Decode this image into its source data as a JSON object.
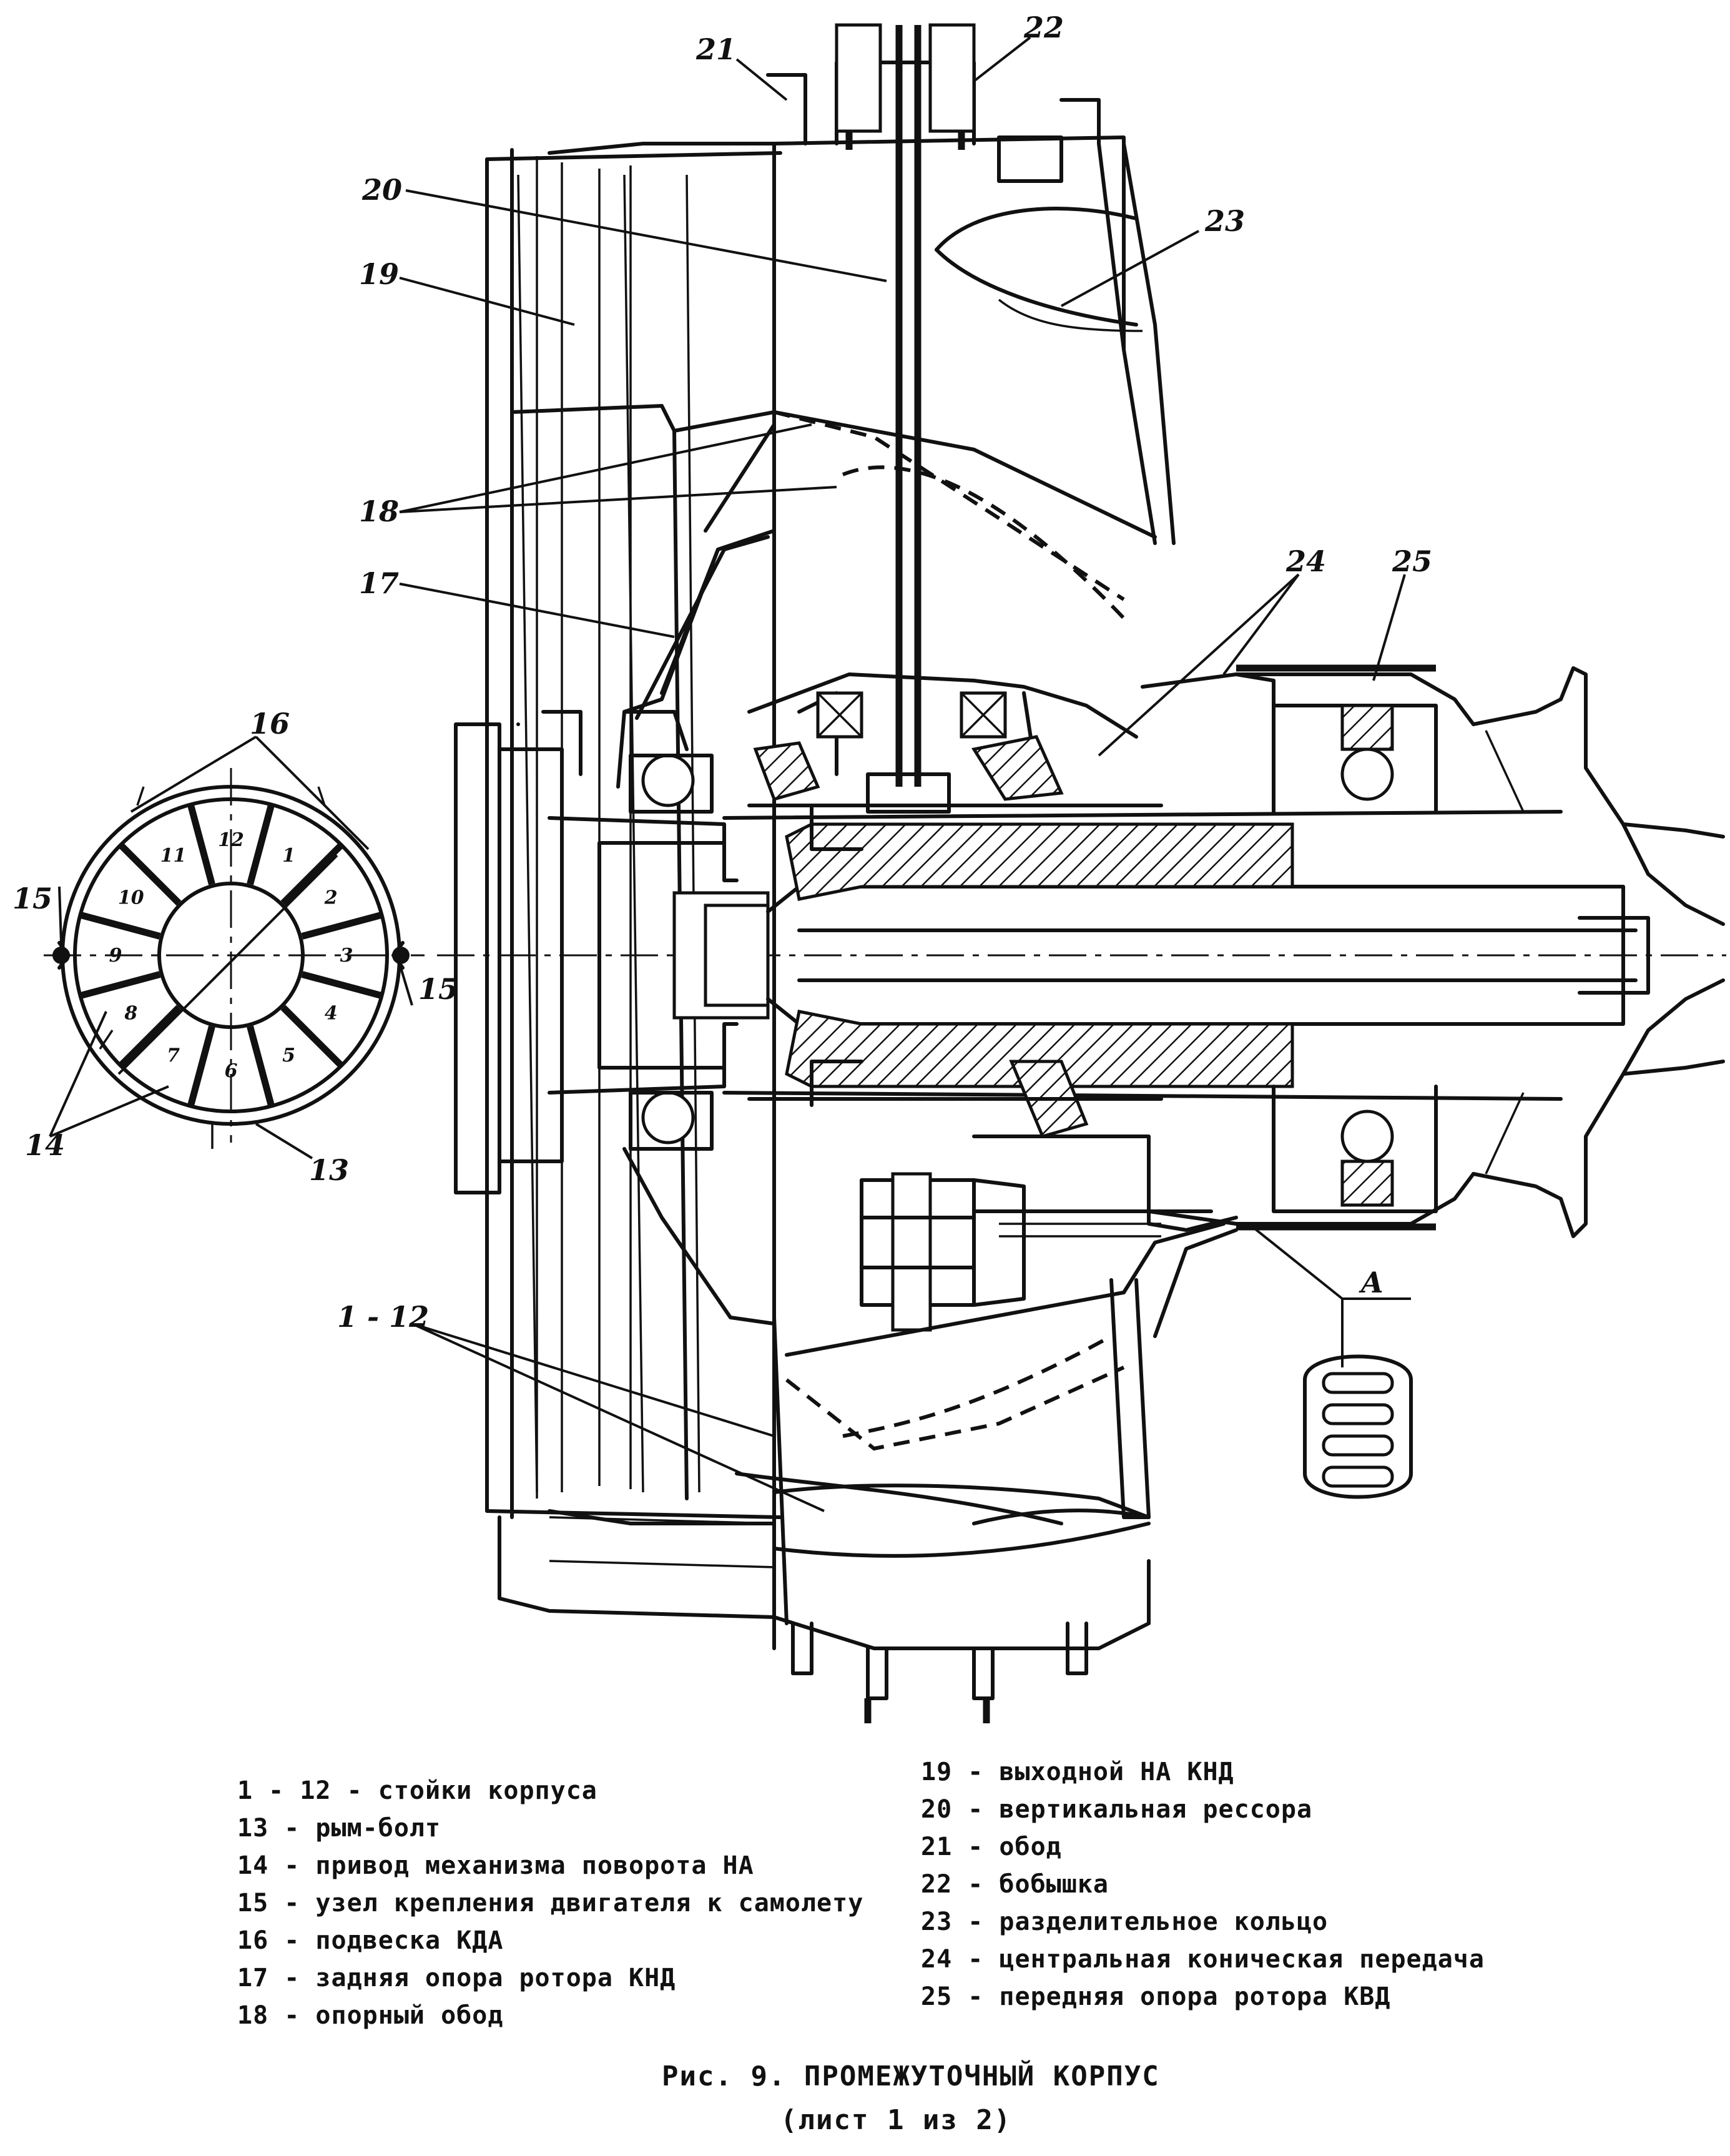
{
  "callouts": {
    "c21": "21",
    "c22": "22",
    "c20": "20",
    "c19": "19",
    "c23": "23",
    "c18": "18",
    "c17": "17",
    "c24": "24",
    "c25": "25",
    "c16": "16",
    "c15a": "15",
    "c15b": "15",
    "c14": "14",
    "c13": "13",
    "c1_12": "1 - 12",
    "cA": "A"
  },
  "strut_numbers": [
    "1",
    "2",
    "3",
    "4",
    "5",
    "6",
    "7",
    "8",
    "9",
    "10",
    "11",
    "12"
  ],
  "legend_left": [
    "1 - 12 - стойки корпуса",
    "13 - рым-болт",
    "14 - привод механизма поворота НА",
    "15 - узел крепления двигателя к самолету",
    "16 - подвеска КДА",
    "17 - задняя опора ротора КНД",
    "18 - опорный обод"
  ],
  "legend_right": [
    "19 - выходной НА КНД",
    "20 - вертикальная рессора",
    "21 - обод",
    "22 - бобышка",
    "23 - разделительное кольцо",
    "24 - центральная коническая передача",
    "25 - передняя опора ротора КВД"
  ],
  "caption": {
    "title": "Рис. 9. ПРОМЕЖУТОЧНЫЙ КОРПУС",
    "sheet": "(лист 1 из 2)"
  }
}
